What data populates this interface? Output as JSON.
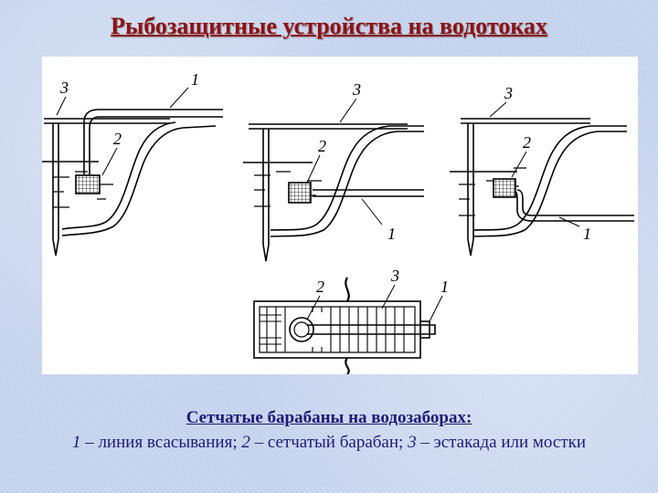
{
  "title": "Рыбозащитные устройства на водотоках",
  "diagram": {
    "labels": {
      "d1": {
        "l1": "1",
        "l2": "2",
        "l3": "3"
      },
      "d2": {
        "l1": "1",
        "l2": "2",
        "l3": "3"
      },
      "d3": {
        "l1": "1",
        "l2": "2",
        "l3": "3"
      },
      "plan": {
        "l1": "1",
        "l2": "2",
        "l3": "3"
      }
    }
  },
  "caption": {
    "title": "Сетчатые барабаны на водозаборах:",
    "n1": "1",
    "t1": " – линия всасывания; ",
    "n2": "2",
    "t2": " – сетчатый барабан; ",
    "n3": "3",
    "t3": " – эстакада или мостки"
  },
  "colors": {
    "title": "#8e1212",
    "caption": "#1a1a7a",
    "background": "#c6d4ee"
  }
}
